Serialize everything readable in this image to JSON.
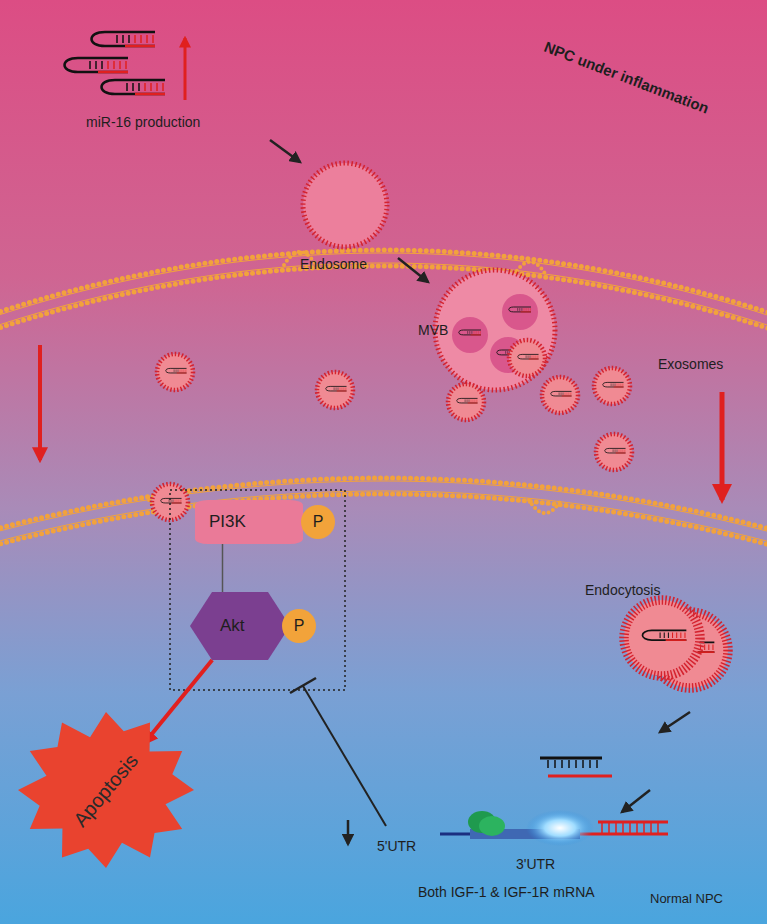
{
  "diagram": {
    "nodes": [
      {
        "text": [
          "PI3K"
        ]
      },
      {
        "text": [
          "P"
        ],
        "in": 0
      },
      {
        "text": [
          "Akt"
        ]
      },
      {
        "text": [
          "P"
        ],
        "in": 2
      },
      {
        "text": [
          "Apoptosis"
        ]
      }
    ],
    "edges": [
      {
        "from": 0,
        "to": 2,
        "arrow": "none"
      },
      {
        "from": 2,
        "to": 4,
        "arrow": "to"
      }
    ],
    "labels": [
      "NPC under inflammation",
      "miR-16 production",
      "Endosome",
      "MVB",
      "Exosomes",
      "Endocytosis",
      "5'UTR",
      "3'UTR",
      "Both IGF-1 & IGF-1R mRNA",
      "Normal NPC"
    ]
  }
}
